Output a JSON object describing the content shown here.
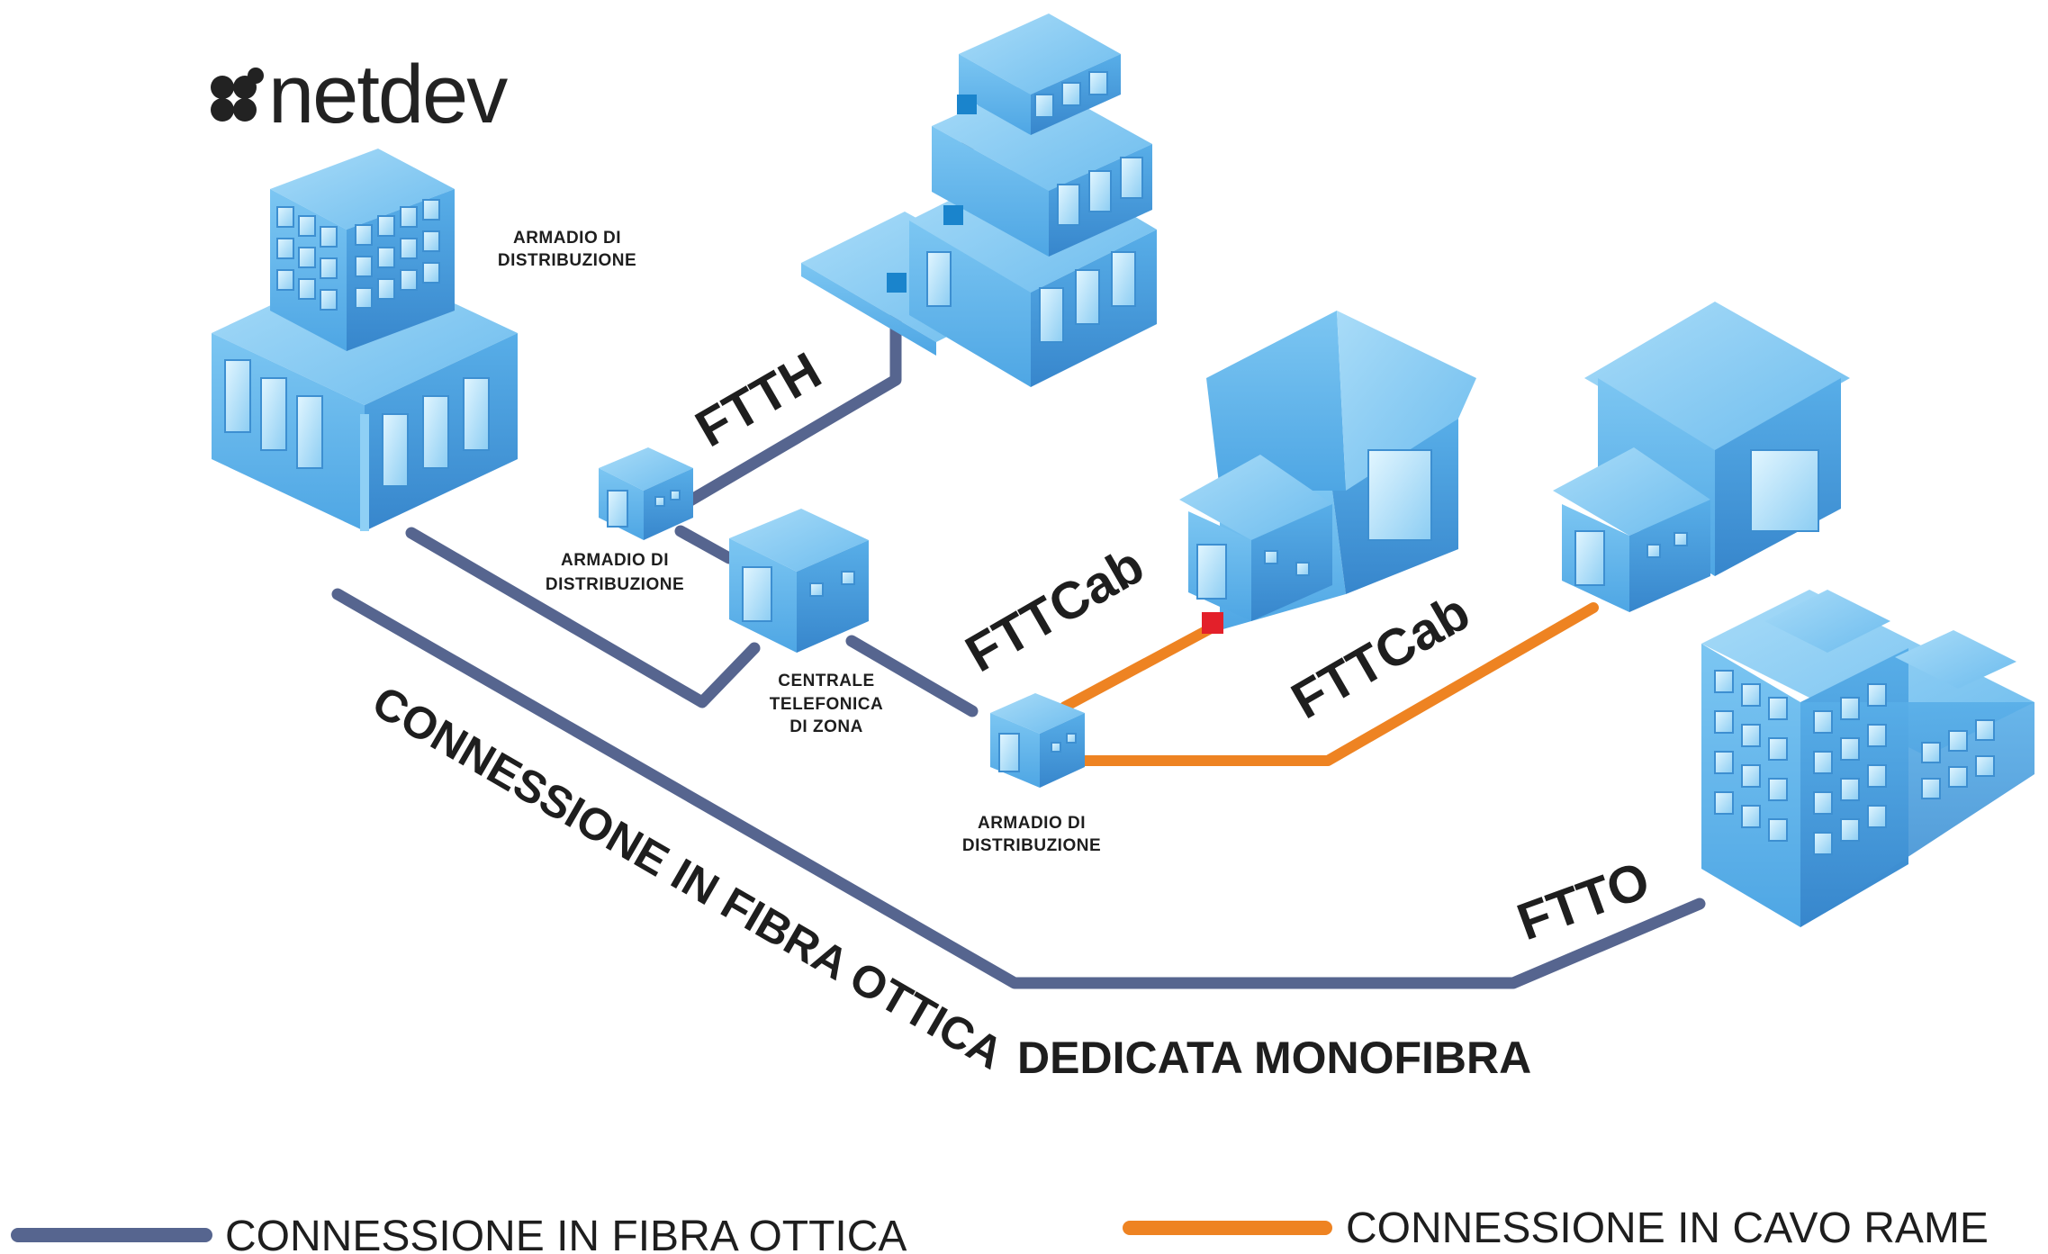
{
  "logo": {
    "text": "netdev"
  },
  "labels": {
    "armadio_top": [
      "ARMADIO DI",
      "DISTRIBUZIONE"
    ],
    "armadio_mid": [
      "ARMADIO DI",
      "DISTRIBUZIONE"
    ],
    "armadio_bottom": [
      "ARMADIO DI",
      "DISTRIBUZIONE"
    ],
    "centrale": [
      "CENTRALE",
      "TELEFONICA",
      "DI ZONA"
    ]
  },
  "connections": {
    "ftth": "FTTH",
    "fttcab_1": "FTTCab",
    "fttcab_2": "FTTCab",
    "ftto": "FTTO",
    "fibra_diagonal": "CONNESSIONE IN FIBRA OTTICA",
    "fibra_horizontal": "DEDICATA MONOFIBRA"
  },
  "legend": {
    "fiber": "CONNESSIONE IN FIBRA OTTICA",
    "copper": "CONNESSIONE IN CAVO RAME"
  },
  "colors": {
    "fiber": "#56658f",
    "copper": "#ee8322",
    "building_light": "#8fd0f5",
    "building_mid": "#5bb1ea",
    "building_dark": "#3d8fd1",
    "window": "#c9ecfd",
    "node_red": "#e3202a",
    "node_blue": "#1a84cc"
  }
}
